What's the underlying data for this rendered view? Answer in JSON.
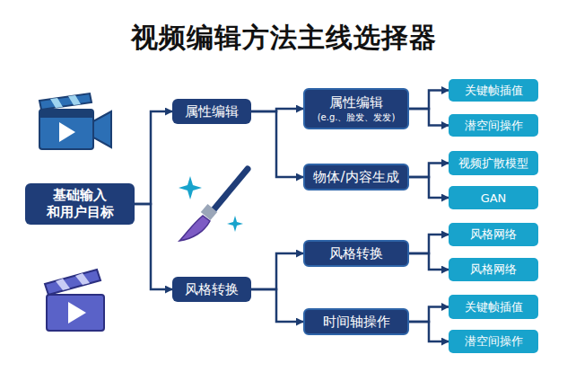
{
  "diagram": {
    "title": "视频编辑方法主线选择器",
    "nodes": [
      {
        "text": [
          "基础输入 和用户目标"
        ]
      },
      {
        "text": [
          "属性编辑"
        ]
      },
      {
        "text": [
          "风格转换"
        ]
      },
      {
        "text": [
          "属性编辑",
          "(e.g.、脸发、发发)"
        ]
      },
      {
        "text": [
          "物体/内容生成"
        ]
      },
      {
        "text": [
          "风格转换"
        ]
      },
      {
        "text": [
          "时间轴操作"
        ]
      },
      {
        "text": [
          "关键帧插值"
        ]
      },
      {
        "text": [
          "潜空间操作"
        ]
      },
      {
        "text": [
          "视频扩散模型"
        ]
      },
      {
        "text": [
          "GAN"
        ]
      },
      {
        "text": [
          "风格网络"
        ]
      },
      {
        "text": [
          "风格网络"
        ]
      },
      {
        "text": [
          "关键帧插值"
        ]
      },
      {
        "text": [
          "潜空间操作"
        ]
      }
    ],
    "edges": [
      {
        "from": 0,
        "to": 1,
        "arrow": "to"
      },
      {
        "from": 0,
        "to": 2,
        "arrow": "to"
      },
      {
        "from": 1,
        "to": 3,
        "arrow": "to"
      },
      {
        "from": 1,
        "to": 4,
        "arrow": "to"
      },
      {
        "from": 2,
        "to": 5,
        "arrow": "to"
      },
      {
        "from": 2,
        "to": 6,
        "arrow": "to"
      },
      {
        "from": 3,
        "to": 7,
        "arrow": "to"
      },
      {
        "from": 3,
        "to": 8,
        "arrow": "to"
      },
      {
        "from": 4,
        "to": 9,
        "arrow": "to"
      },
      {
        "from": 4,
        "to": 10,
        "arrow": "to"
      },
      {
        "from": 5,
        "to": 11,
        "arrow": "to"
      },
      {
        "from": 5,
        "to": 12,
        "arrow": "to"
      },
      {
        "from": 6,
        "to": 13,
        "arrow": "to"
      },
      {
        "from": 6,
        "to": 14,
        "arrow": "to"
      }
    ]
  }
}
